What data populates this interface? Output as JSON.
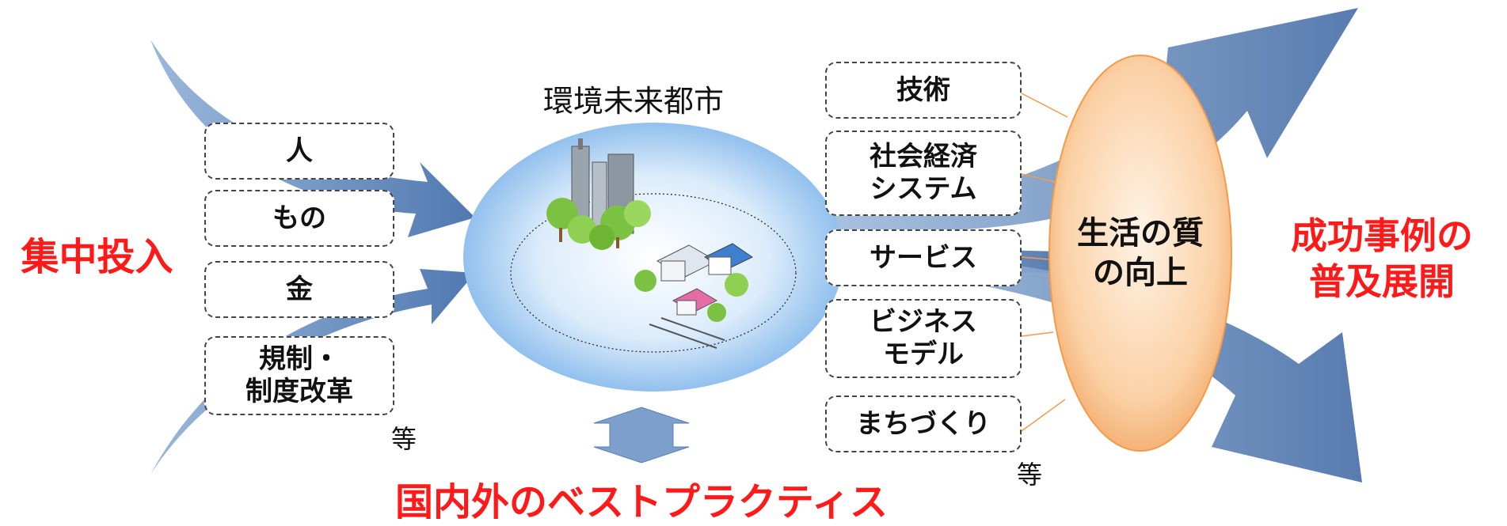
{
  "left_label": "集中投入",
  "inputs": [
    {
      "label": "人"
    },
    {
      "label": "もの"
    },
    {
      "label": "金"
    },
    {
      "label": "規制・\n制度改革"
    }
  ],
  "inputs_etc": "等",
  "city": {
    "title": "環境未来都市"
  },
  "best_practice": "国内外のベストプラクティス",
  "outputs": [
    {
      "label": "技術"
    },
    {
      "label": "社会経済\nシステム"
    },
    {
      "label": "サービス"
    },
    {
      "label": "ビジネス\nモデル"
    },
    {
      "label": "まちづくり"
    }
  ],
  "outputs_etc": "等",
  "quality": "生活の質\nの向上",
  "right_label": "成功事例の\n普及展開",
  "colors": {
    "arrow": "#5b7fb3",
    "red_text": "#ff1a1a",
    "ellipse_orange": "#f5b77a",
    "city_blue": "#9ec9f2"
  }
}
